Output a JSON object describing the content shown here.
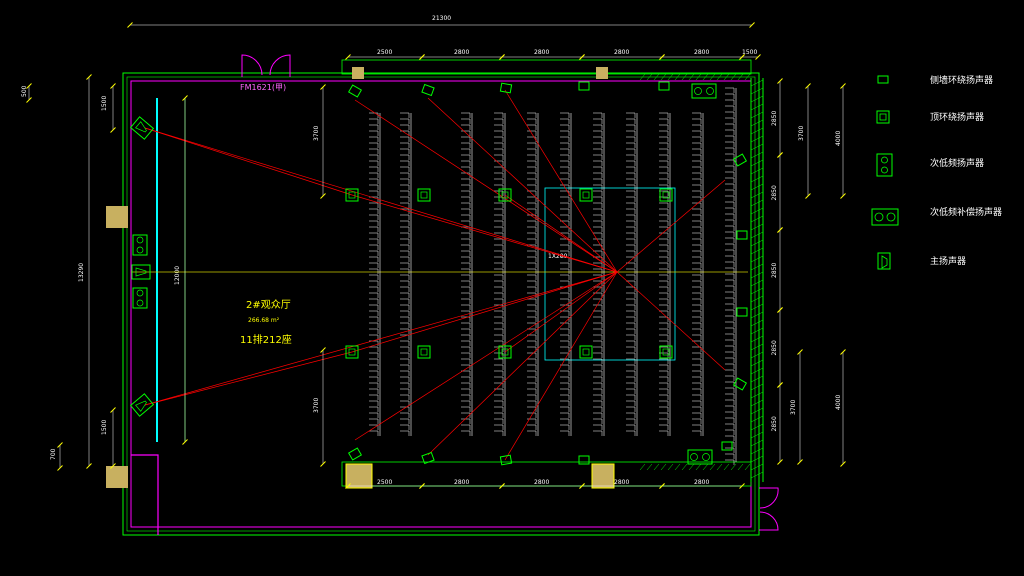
{
  "door_label": "FM1621(甲)",
  "hall": {
    "name": "2#观众厅",
    "area": "266.68 m²",
    "seats": "11排212座"
  },
  "center_mark": "1X200",
  "dims": {
    "overall_width": "21300",
    "top_bays": [
      "2500",
      "2800",
      "2800",
      "2800",
      "2800",
      "1500"
    ],
    "bottom_bays": [
      "2500",
      "2800",
      "2800",
      "2800",
      "2800"
    ],
    "left_overall": "13290",
    "left_top": "500",
    "left_1500_top": "1500",
    "left_1500_bottom": "1500",
    "left_bottom": "700",
    "screen_height": "12000",
    "inner_3700_top": "3700",
    "inner_3700_bottom": "3700",
    "right_column_a": [
      "2850",
      "2850",
      "2850",
      "2850",
      "2850"
    ],
    "right_column_b_top": "3700",
    "right_column_b_bottom": "3700",
    "right_column_c_top": "4000",
    "right_column_c_bottom": "4000"
  },
  "legend": [
    {
      "icon": "side-wall-surround-speaker-icon",
      "label": "侧墙环绕扬声器"
    },
    {
      "icon": "ceiling-surround-speaker-icon",
      "label": "顶环绕扬声器"
    },
    {
      "icon": "subwoofer-icon",
      "label": "次低频扬声器"
    },
    {
      "icon": "subwoofer-compensation-icon",
      "label": "次低频补偿扬声器"
    },
    {
      "icon": "main-speaker-icon",
      "label": "主扬声器"
    }
  ],
  "colors": {
    "wall": "#00ff00",
    "inner_wall": "#ff00ff",
    "seat": "#ffffff",
    "speaker": "#00ff00",
    "sight_line": "#ff0000",
    "screen": "#00ffff",
    "axis": "#ffff00",
    "column": "#c8b060"
  }
}
